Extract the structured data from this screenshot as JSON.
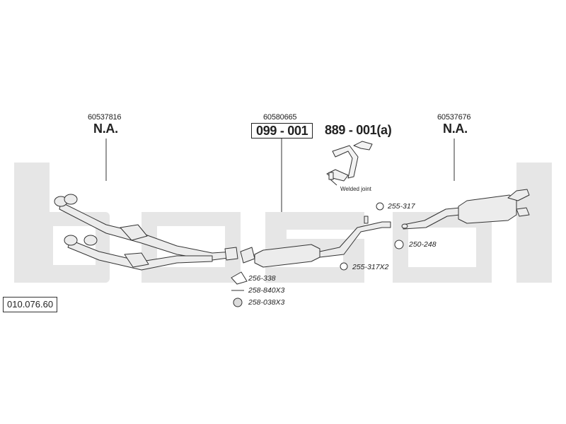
{
  "reference": "010.076.60",
  "watermark": "bosal",
  "sections": [
    {
      "part_number": "60537816",
      "code": "N.A."
    },
    {
      "part_number": "60580665",
      "code": "099 - 001"
    },
    {
      "part_number": "",
      "code": "889 - 001(a)"
    },
    {
      "part_number": "60537676",
      "code": "N.A."
    }
  ],
  "detail_note": "Welded joint",
  "parts": [
    "256-338",
    "258-840X3",
    "258-038X3",
    "255-317",
    "250-248",
    "255-317X2"
  ],
  "colors": {
    "watermark": "#e6e6e6",
    "line": "#333333",
    "pipe_fill": "#ececec"
  }
}
